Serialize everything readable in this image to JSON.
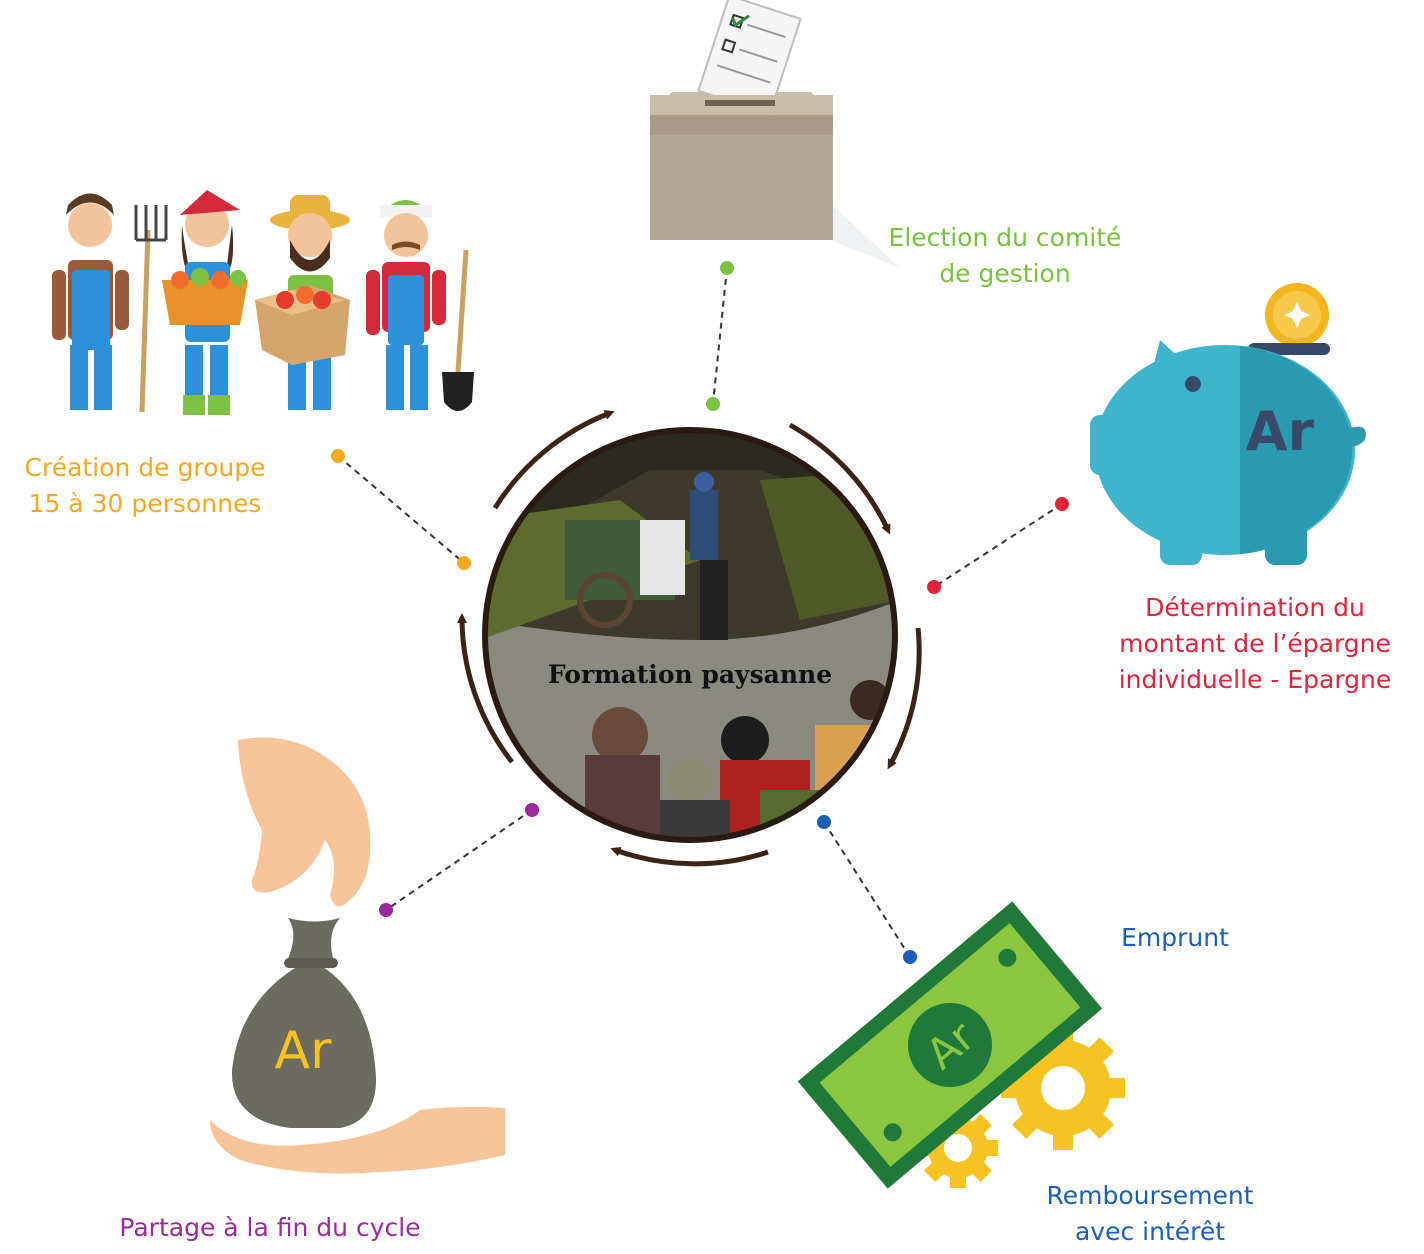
{
  "center": {
    "title": "Formation paysanne"
  },
  "labels": {
    "election": [
      "Election du comité",
      "de gestion"
    ],
    "creation": [
      "Création de groupe",
      "15 à 30 personnes"
    ],
    "epargne": [
      "Détermination du",
      "montant de l’épargne",
      "individuelle - Epargne"
    ],
    "emprunt": [
      "Emprunt"
    ],
    "remboursement": [
      "Remboursement",
      "avec intérêt"
    ],
    "partage": [
      "Partage à la fin du cycle"
    ]
  },
  "currency": "Ar",
  "colors": {
    "election": "#7cc142",
    "creation": "#f7a823",
    "epargne": "#e0243b",
    "emprunt": "#1d5fb8",
    "partage": "#9b2a9e",
    "arrows": "#3b2316",
    "piggy": "#3fb5cc",
    "bill": "#8cc63f",
    "gear": "#f5c322"
  },
  "icons": [
    "ballot-box-icon",
    "farmers-group-icon",
    "piggy-bank-icon",
    "banknote-gears-icon",
    "money-bag-hand-icon"
  ]
}
